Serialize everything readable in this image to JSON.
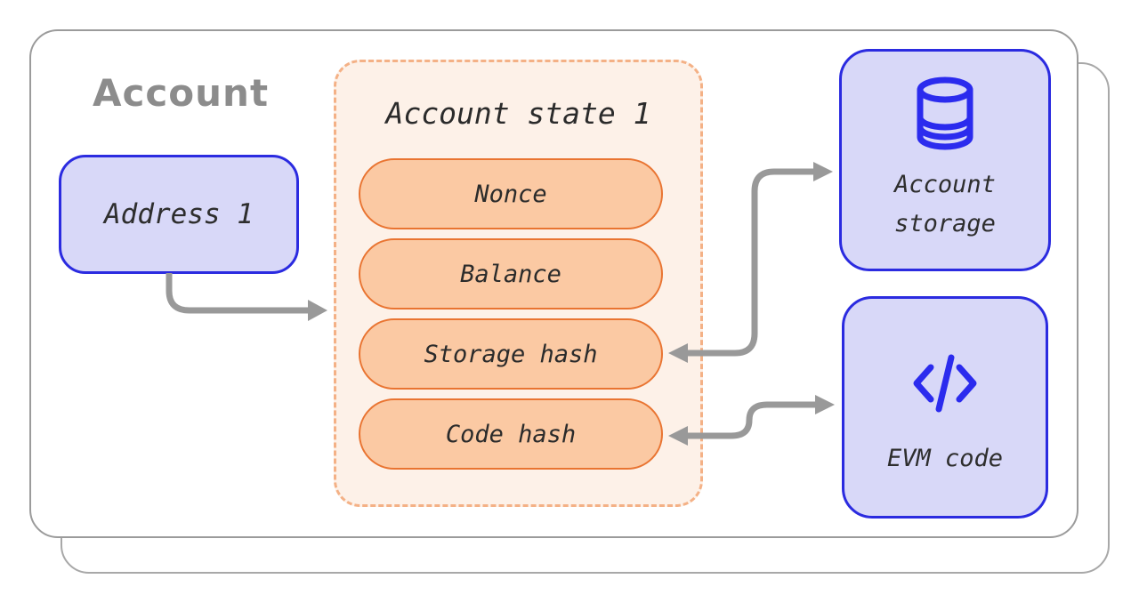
{
  "diagram": {
    "title": "Account",
    "address_box": {
      "label": "Address 1"
    },
    "state_box": {
      "title": "Account state 1",
      "fields": [
        "Nonce",
        "Balance",
        "Storage hash",
        "Code hash"
      ]
    },
    "storage_box": {
      "label": "Account storage",
      "icon": "database-icon"
    },
    "evm_box": {
      "label": "EVM code",
      "icon": "code-icon"
    },
    "connections": [
      {
        "from": "address-box",
        "to": "state-box",
        "style": "arrow"
      },
      {
        "from": "storage-hash-pill",
        "to": "account-storage-box",
        "style": "double-arrow"
      },
      {
        "from": "code-hash-pill",
        "to": "evm-code-box",
        "style": "double-arrow"
      }
    ],
    "colors": {
      "accent_blue": "#2b2be0",
      "icon_blue": "#2b2bee",
      "lavender_fill": "#d8d8f8",
      "orange_border": "#e97431",
      "orange_fill": "#fbc9a3",
      "peach_fill": "#fdf1e8",
      "dash_border": "#f4b186",
      "arrow_gray": "#999999",
      "frame_gray": "#9b9b9b",
      "title_gray": "#8c8c8c",
      "text_dark": "#2b2b2b"
    }
  }
}
